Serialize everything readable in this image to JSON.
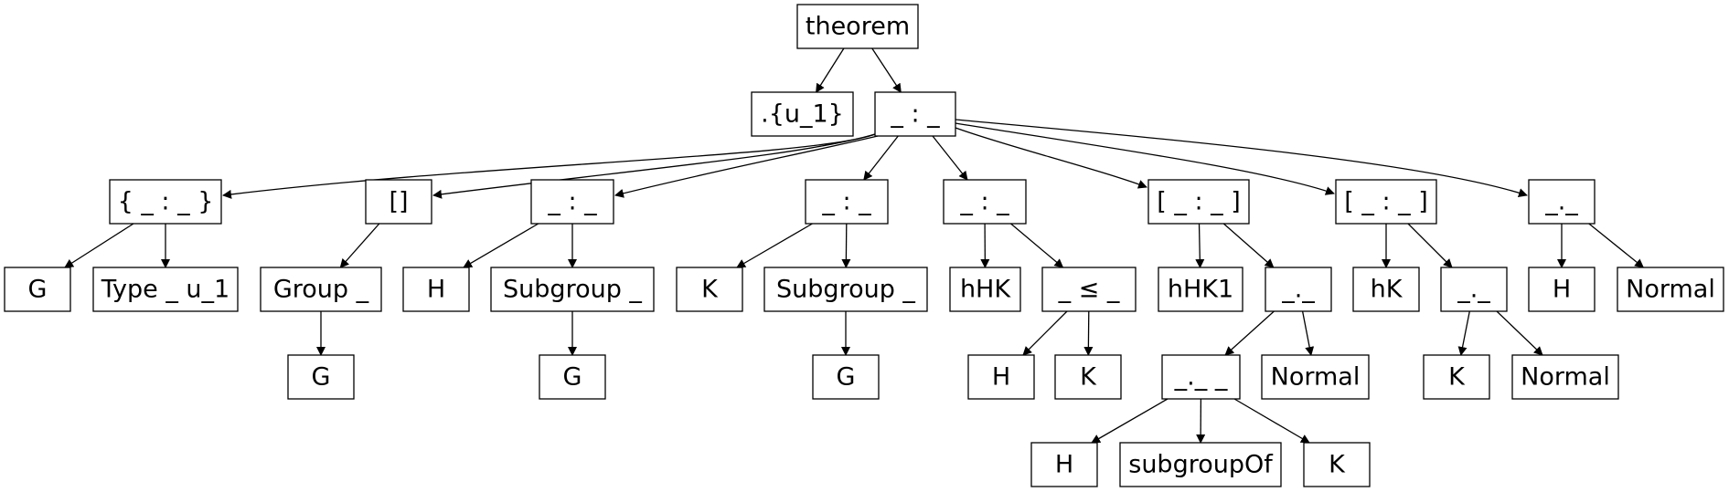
{
  "diagram": {
    "nodes": [
      {
        "id": "theorem",
        "label": "theorem"
      },
      {
        "id": "u1",
        "label": ".{u_1}"
      },
      {
        "id": "colon_root",
        "label": "_ : _"
      },
      {
        "id": "implicit",
        "label": "{ _ : _ }"
      },
      {
        "id": "inst",
        "label": "[]"
      },
      {
        "id": "colon_h",
        "label": "_ : _"
      },
      {
        "id": "colon_k",
        "label": "_ : _"
      },
      {
        "id": "colon_hhk",
        "label": "_ : _"
      },
      {
        "id": "inst_hhk1",
        "label": "[ _ : _ ]"
      },
      {
        "id": "inst_hk",
        "label": "[ _ : _ ]"
      },
      {
        "id": "dot_root",
        "label": "_._"
      },
      {
        "id": "g1",
        "label": "G"
      },
      {
        "id": "type_u1",
        "label": "Type _ u_1"
      },
      {
        "id": "group",
        "label": "Group _"
      },
      {
        "id": "h1",
        "label": "H"
      },
      {
        "id": "subgroup_h",
        "label": "Subgroup _"
      },
      {
        "id": "k1",
        "label": "K"
      },
      {
        "id": "subgroup_k",
        "label": "Subgroup _"
      },
      {
        "id": "hhk",
        "label": "hHK"
      },
      {
        "id": "le",
        "label": "_ ≤ _"
      },
      {
        "id": "hhk1",
        "label": "hHK1"
      },
      {
        "id": "dot_hhk1",
        "label": "_._"
      },
      {
        "id": "hk",
        "label": "hK"
      },
      {
        "id": "dot_hk",
        "label": "_._"
      },
      {
        "id": "h_root",
        "label": "H"
      },
      {
        "id": "normal_root",
        "label": "Normal"
      },
      {
        "id": "g_group",
        "label": "G"
      },
      {
        "id": "g_subh",
        "label": "G"
      },
      {
        "id": "g_subk",
        "label": "G"
      },
      {
        "id": "h_le",
        "label": "H"
      },
      {
        "id": "k_le",
        "label": "K"
      },
      {
        "id": "app",
        "label": "_._ _"
      },
      {
        "id": "normal_hhk1",
        "label": "Normal"
      },
      {
        "id": "k_hk",
        "label": "K"
      },
      {
        "id": "normal_hk",
        "label": "Normal"
      },
      {
        "id": "h_app",
        "label": "H"
      },
      {
        "id": "subgroupof",
        "label": "subgroupOf"
      },
      {
        "id": "k_app",
        "label": "K"
      }
    ],
    "edges": [
      [
        "theorem",
        "u1"
      ],
      [
        "theorem",
        "colon_root"
      ],
      [
        "colon_root",
        "implicit"
      ],
      [
        "colon_root",
        "inst"
      ],
      [
        "colon_root",
        "colon_h"
      ],
      [
        "colon_root",
        "colon_k"
      ],
      [
        "colon_root",
        "colon_hhk"
      ],
      [
        "colon_root",
        "inst_hhk1"
      ],
      [
        "colon_root",
        "inst_hk"
      ],
      [
        "colon_root",
        "dot_root"
      ],
      [
        "implicit",
        "g1"
      ],
      [
        "implicit",
        "type_u1"
      ],
      [
        "inst",
        "group"
      ],
      [
        "group",
        "g_group"
      ],
      [
        "colon_h",
        "h1"
      ],
      [
        "colon_h",
        "subgroup_h"
      ],
      [
        "subgroup_h",
        "g_subh"
      ],
      [
        "colon_k",
        "k1"
      ],
      [
        "colon_k",
        "subgroup_k"
      ],
      [
        "subgroup_k",
        "g_subk"
      ],
      [
        "colon_hhk",
        "hhk"
      ],
      [
        "colon_hhk",
        "le"
      ],
      [
        "le",
        "h_le"
      ],
      [
        "le",
        "k_le"
      ],
      [
        "inst_hhk1",
        "hhk1"
      ],
      [
        "inst_hhk1",
        "dot_hhk1"
      ],
      [
        "dot_hhk1",
        "app"
      ],
      [
        "dot_hhk1",
        "normal_hhk1"
      ],
      [
        "app",
        "h_app"
      ],
      [
        "app",
        "subgroupof"
      ],
      [
        "app",
        "k_app"
      ],
      [
        "inst_hk",
        "hk"
      ],
      [
        "inst_hk",
        "dot_hk"
      ],
      [
        "dot_hk",
        "k_hk"
      ],
      [
        "dot_hk",
        "normal_hk"
      ],
      [
        "dot_root",
        "h_root"
      ],
      [
        "dot_root",
        "normal_root"
      ]
    ]
  }
}
